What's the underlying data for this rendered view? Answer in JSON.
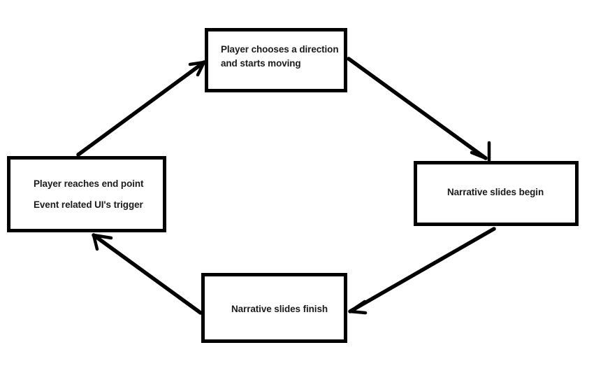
{
  "diagram": {
    "title": "game-narrative-loop",
    "background_color": "#ffffff",
    "stroke_color": "#000000",
    "text_color": "#1b1b1b",
    "nodes": {
      "choose": {
        "id": "player-chooses-direction",
        "line1": "Player chooses a direction",
        "line2": "and starts moving"
      },
      "begin": {
        "id": "narrative-slides-begin",
        "line1": "Narrative slides begin"
      },
      "finish": {
        "id": "narrative-slides-finish",
        "line1": "Narrative slides finish"
      },
      "end": {
        "id": "player-reaches-end-point",
        "line1": "Player reaches end point",
        "line2": "Event related UI's trigger"
      }
    },
    "edges": [
      {
        "from": "player-reaches-end-point",
        "to": "player-chooses-direction"
      },
      {
        "from": "player-chooses-direction",
        "to": "narrative-slides-begin"
      },
      {
        "from": "narrative-slides-begin",
        "to": "narrative-slides-finish"
      },
      {
        "from": "narrative-slides-finish",
        "to": "player-reaches-end-point"
      }
    ]
  }
}
